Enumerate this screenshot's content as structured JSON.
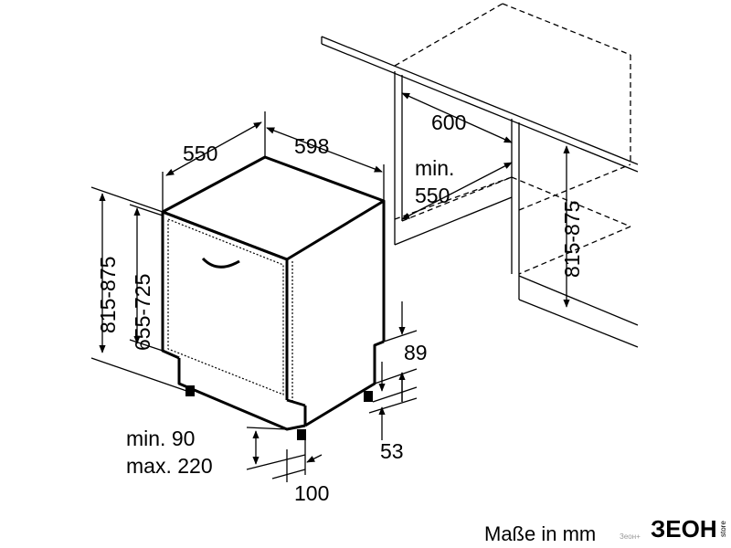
{
  "dimensions": {
    "depth": "550",
    "width": "598",
    "height_range": "815-875",
    "door_height_range": "655-725",
    "niche_depth": "600",
    "niche_min_label": "min.",
    "niche_min_value": "550",
    "niche_height_range": "815-875",
    "plinth_offset": "89",
    "foot_height": "53",
    "plinth_min": "min. 90",
    "plinth_max": "max. 220",
    "foot_depth": "100"
  },
  "caption": "Maße in mm",
  "logo": {
    "text": "ЗЕОН",
    "subtext": "store",
    "color": "#000000"
  },
  "watermark": "Зеон+"
}
